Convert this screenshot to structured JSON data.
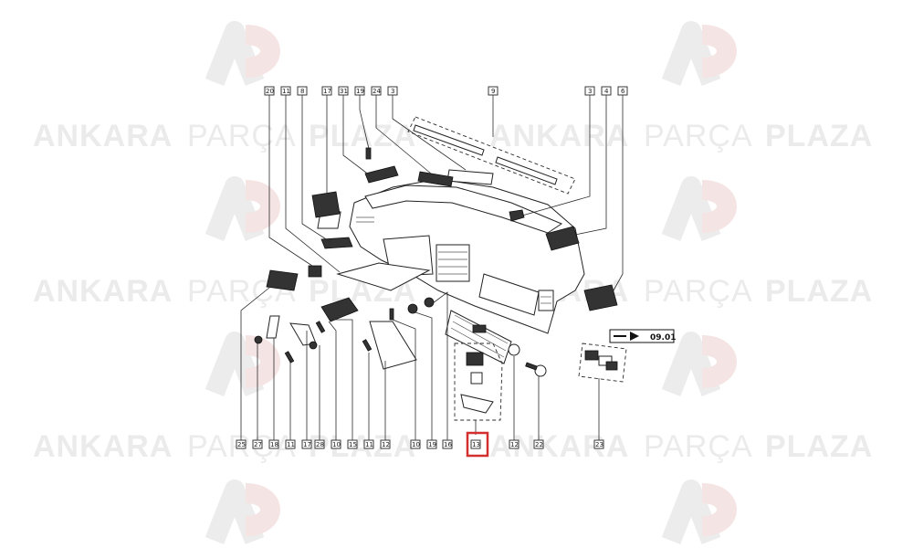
{
  "watermark": {
    "brand_word1": "ANKARA",
    "brand_word2": "PARÇA",
    "brand_word3": "PLAZA",
    "logo_color": "#e3e3e3",
    "accent_color": "#f0d8d8"
  },
  "diagram": {
    "top_callouts": [
      "20",
      "11",
      "8",
      "17",
      "31",
      "19",
      "24",
      "3",
      "9",
      "3",
      "4",
      "6"
    ],
    "bottom_callouts": [
      "25",
      "27",
      "18",
      "11",
      "17",
      "28",
      "10",
      "15",
      "11",
      "12",
      "10",
      "19",
      "16",
      "13",
      "12",
      "22",
      "23"
    ],
    "highlighted_callout": "13",
    "highlight_color": "#d32f2f",
    "reference_label": "09.01"
  }
}
